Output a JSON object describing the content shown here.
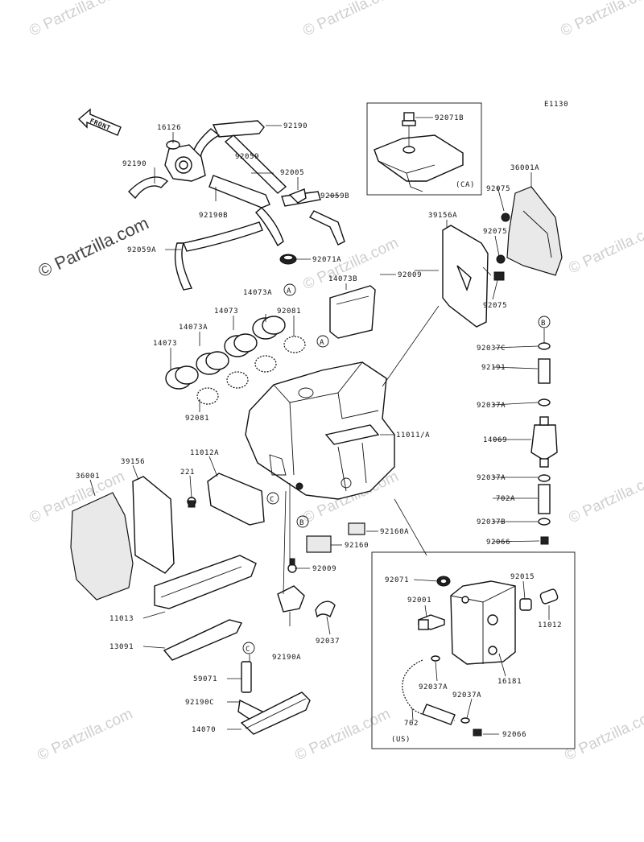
{
  "diagram_code": "E1130",
  "front_label": "FRONT",
  "watermark_text": "© Partzilla.com",
  "watermark_main_text": "© Partzilla.com",
  "region_ca": "(CA)",
  "region_us": "(US)",
  "callouts": {
    "A": "A",
    "B": "B",
    "C": "C"
  },
  "parts": [
    {
      "id": "p16126",
      "label": "16126"
    },
    {
      "id": "p92190-top",
      "label": "92190"
    },
    {
      "id": "p92190-left",
      "label": "92190"
    },
    {
      "id": "p92059",
      "label": "92059"
    },
    {
      "id": "p92005",
      "label": "92005"
    },
    {
      "id": "p92059B",
      "label": "92059B"
    },
    {
      "id": "p92190B",
      "label": "92190B"
    },
    {
      "id": "p92059A",
      "label": "92059A"
    },
    {
      "id": "p92071A",
      "label": "92071A"
    },
    {
      "id": "p92071B",
      "label": "92071B"
    },
    {
      "id": "p36001A",
      "label": "36001A"
    },
    {
      "id": "p92075-a",
      "label": "92075"
    },
    {
      "id": "p92075-b",
      "label": "92075"
    },
    {
      "id": "p92075-c",
      "label": "92075"
    },
    {
      "id": "p39156A",
      "label": "39156A"
    },
    {
      "id": "p92009-top",
      "label": "92009"
    },
    {
      "id": "p14073B",
      "label": "14073B"
    },
    {
      "id": "p14073A-top",
      "label": "14073A"
    },
    {
      "id": "p14073-top",
      "label": "14073"
    },
    {
      "id": "p92081-top",
      "label": "92081"
    },
    {
      "id": "p14073A-mid",
      "label": "14073A"
    },
    {
      "id": "p14073-left",
      "label": "14073"
    },
    {
      "id": "p92037C",
      "label": "92037C"
    },
    {
      "id": "p92191",
      "label": "92191"
    },
    {
      "id": "p92037A-1",
      "label": "92037A"
    },
    {
      "id": "p11011A",
      "label": "11011/A"
    },
    {
      "id": "p14069",
      "label": "14069"
    },
    {
      "id": "p92081-bot",
      "label": "92081"
    },
    {
      "id": "p11012A",
      "label": "11012A"
    },
    {
      "id": "p39156",
      "label": "39156"
    },
    {
      "id": "p36001",
      "label": "36001"
    },
    {
      "id": "p221",
      "label": "221"
    },
    {
      "id": "p92037A-2",
      "label": "92037A"
    },
    {
      "id": "p702A",
      "label": "702A"
    },
    {
      "id": "p92037B",
      "label": "92037B"
    },
    {
      "id": "p92160A",
      "label": "92160A"
    },
    {
      "id": "p92066-top",
      "label": "92066"
    },
    {
      "id": "p92160",
      "label": "92160"
    },
    {
      "id": "p92009-bot",
      "label": "92009"
    },
    {
      "id": "p92071",
      "label": "92071"
    },
    {
      "id": "p92015",
      "label": "92015"
    },
    {
      "id": "p92001",
      "label": "92001"
    },
    {
      "id": "p11012",
      "label": "11012"
    },
    {
      "id": "p11013",
      "label": "11013"
    },
    {
      "id": "p92037",
      "label": "92037"
    },
    {
      "id": "p13091",
      "label": "13091"
    },
    {
      "id": "p92190A",
      "label": "92190A"
    },
    {
      "id": "p16181",
      "label": "16181"
    },
    {
      "id": "p59071",
      "label": "59071"
    },
    {
      "id": "p92037A-3",
      "label": "92037A"
    },
    {
      "id": "p92037A-4",
      "label": "92037A"
    },
    {
      "id": "p92190C",
      "label": "92190C"
    },
    {
      "id": "p702",
      "label": "702"
    },
    {
      "id": "p14070",
      "label": "14070"
    },
    {
      "id": "p92066-bot",
      "label": "92066"
    }
  ]
}
